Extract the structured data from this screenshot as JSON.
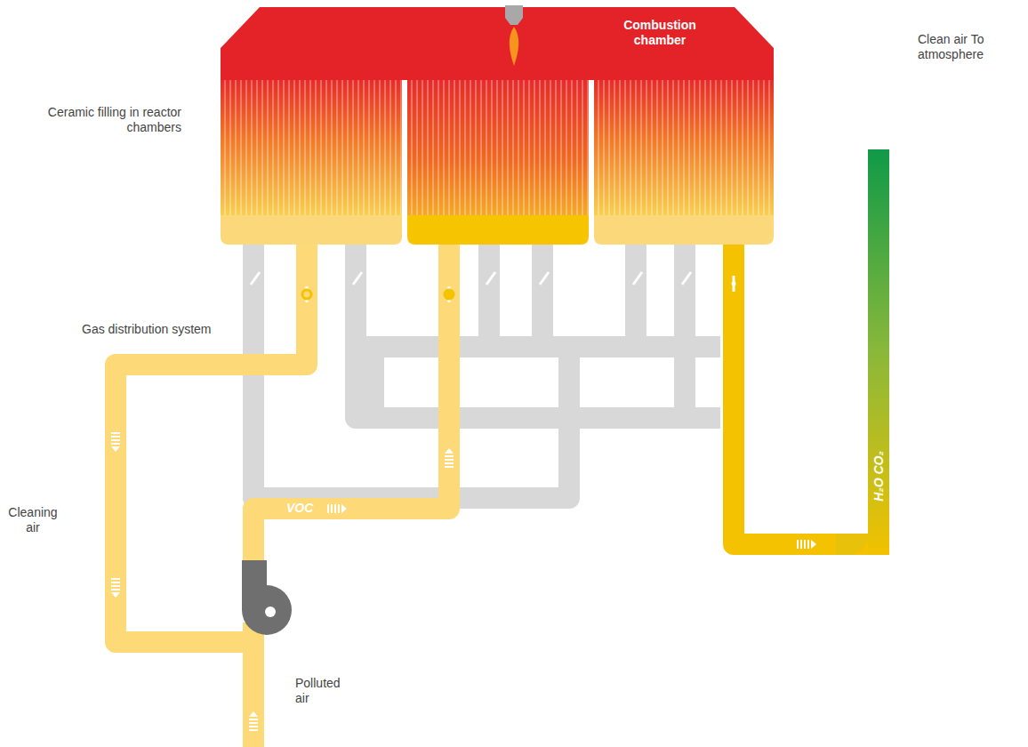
{
  "diagram": {
    "nodes": [
      {
        "text": [
          "Combustion chamber"
        ]
      }
    ],
    "labels": [
      "Ceramic filling in reactor chambers",
      "Clean air To atmosphere",
      "Gas distribution system",
      "Cleaning air",
      "VOC",
      "H₂O CO₂",
      "Polluted air"
    ]
  }
}
